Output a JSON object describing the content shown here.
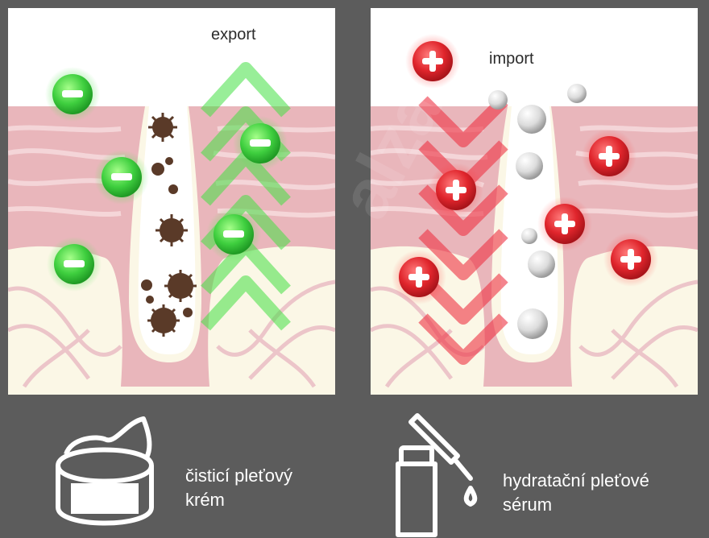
{
  "panels": {
    "left": {
      "label": "export",
      "particle_color": "#3fcf3f",
      "arrow_color": "#44e044",
      "dirt_color": "#5a3a28"
    },
    "right": {
      "label": "import",
      "particle_color": "#e0252c",
      "arrow_color": "#ee3344",
      "bubble_color": "#e8e8e8"
    }
  },
  "captions": {
    "cream": {
      "line1": "čisticí pleťový",
      "line2": "krém"
    },
    "serum": {
      "line1": "hydratační pleťové",
      "line2": "sérum"
    }
  },
  "colors": {
    "background": "#5c5c5c",
    "skin_pink": "#e9b6bb",
    "skin_cream": "#fbf7e6",
    "icon_stroke": "#ffffff"
  },
  "icons": {
    "cream_jar": "cream-jar-icon",
    "serum_bottle": "dropper-bottle-icon",
    "negative_ion": "minus-circle-icon",
    "positive_ion": "plus-circle-icon"
  }
}
